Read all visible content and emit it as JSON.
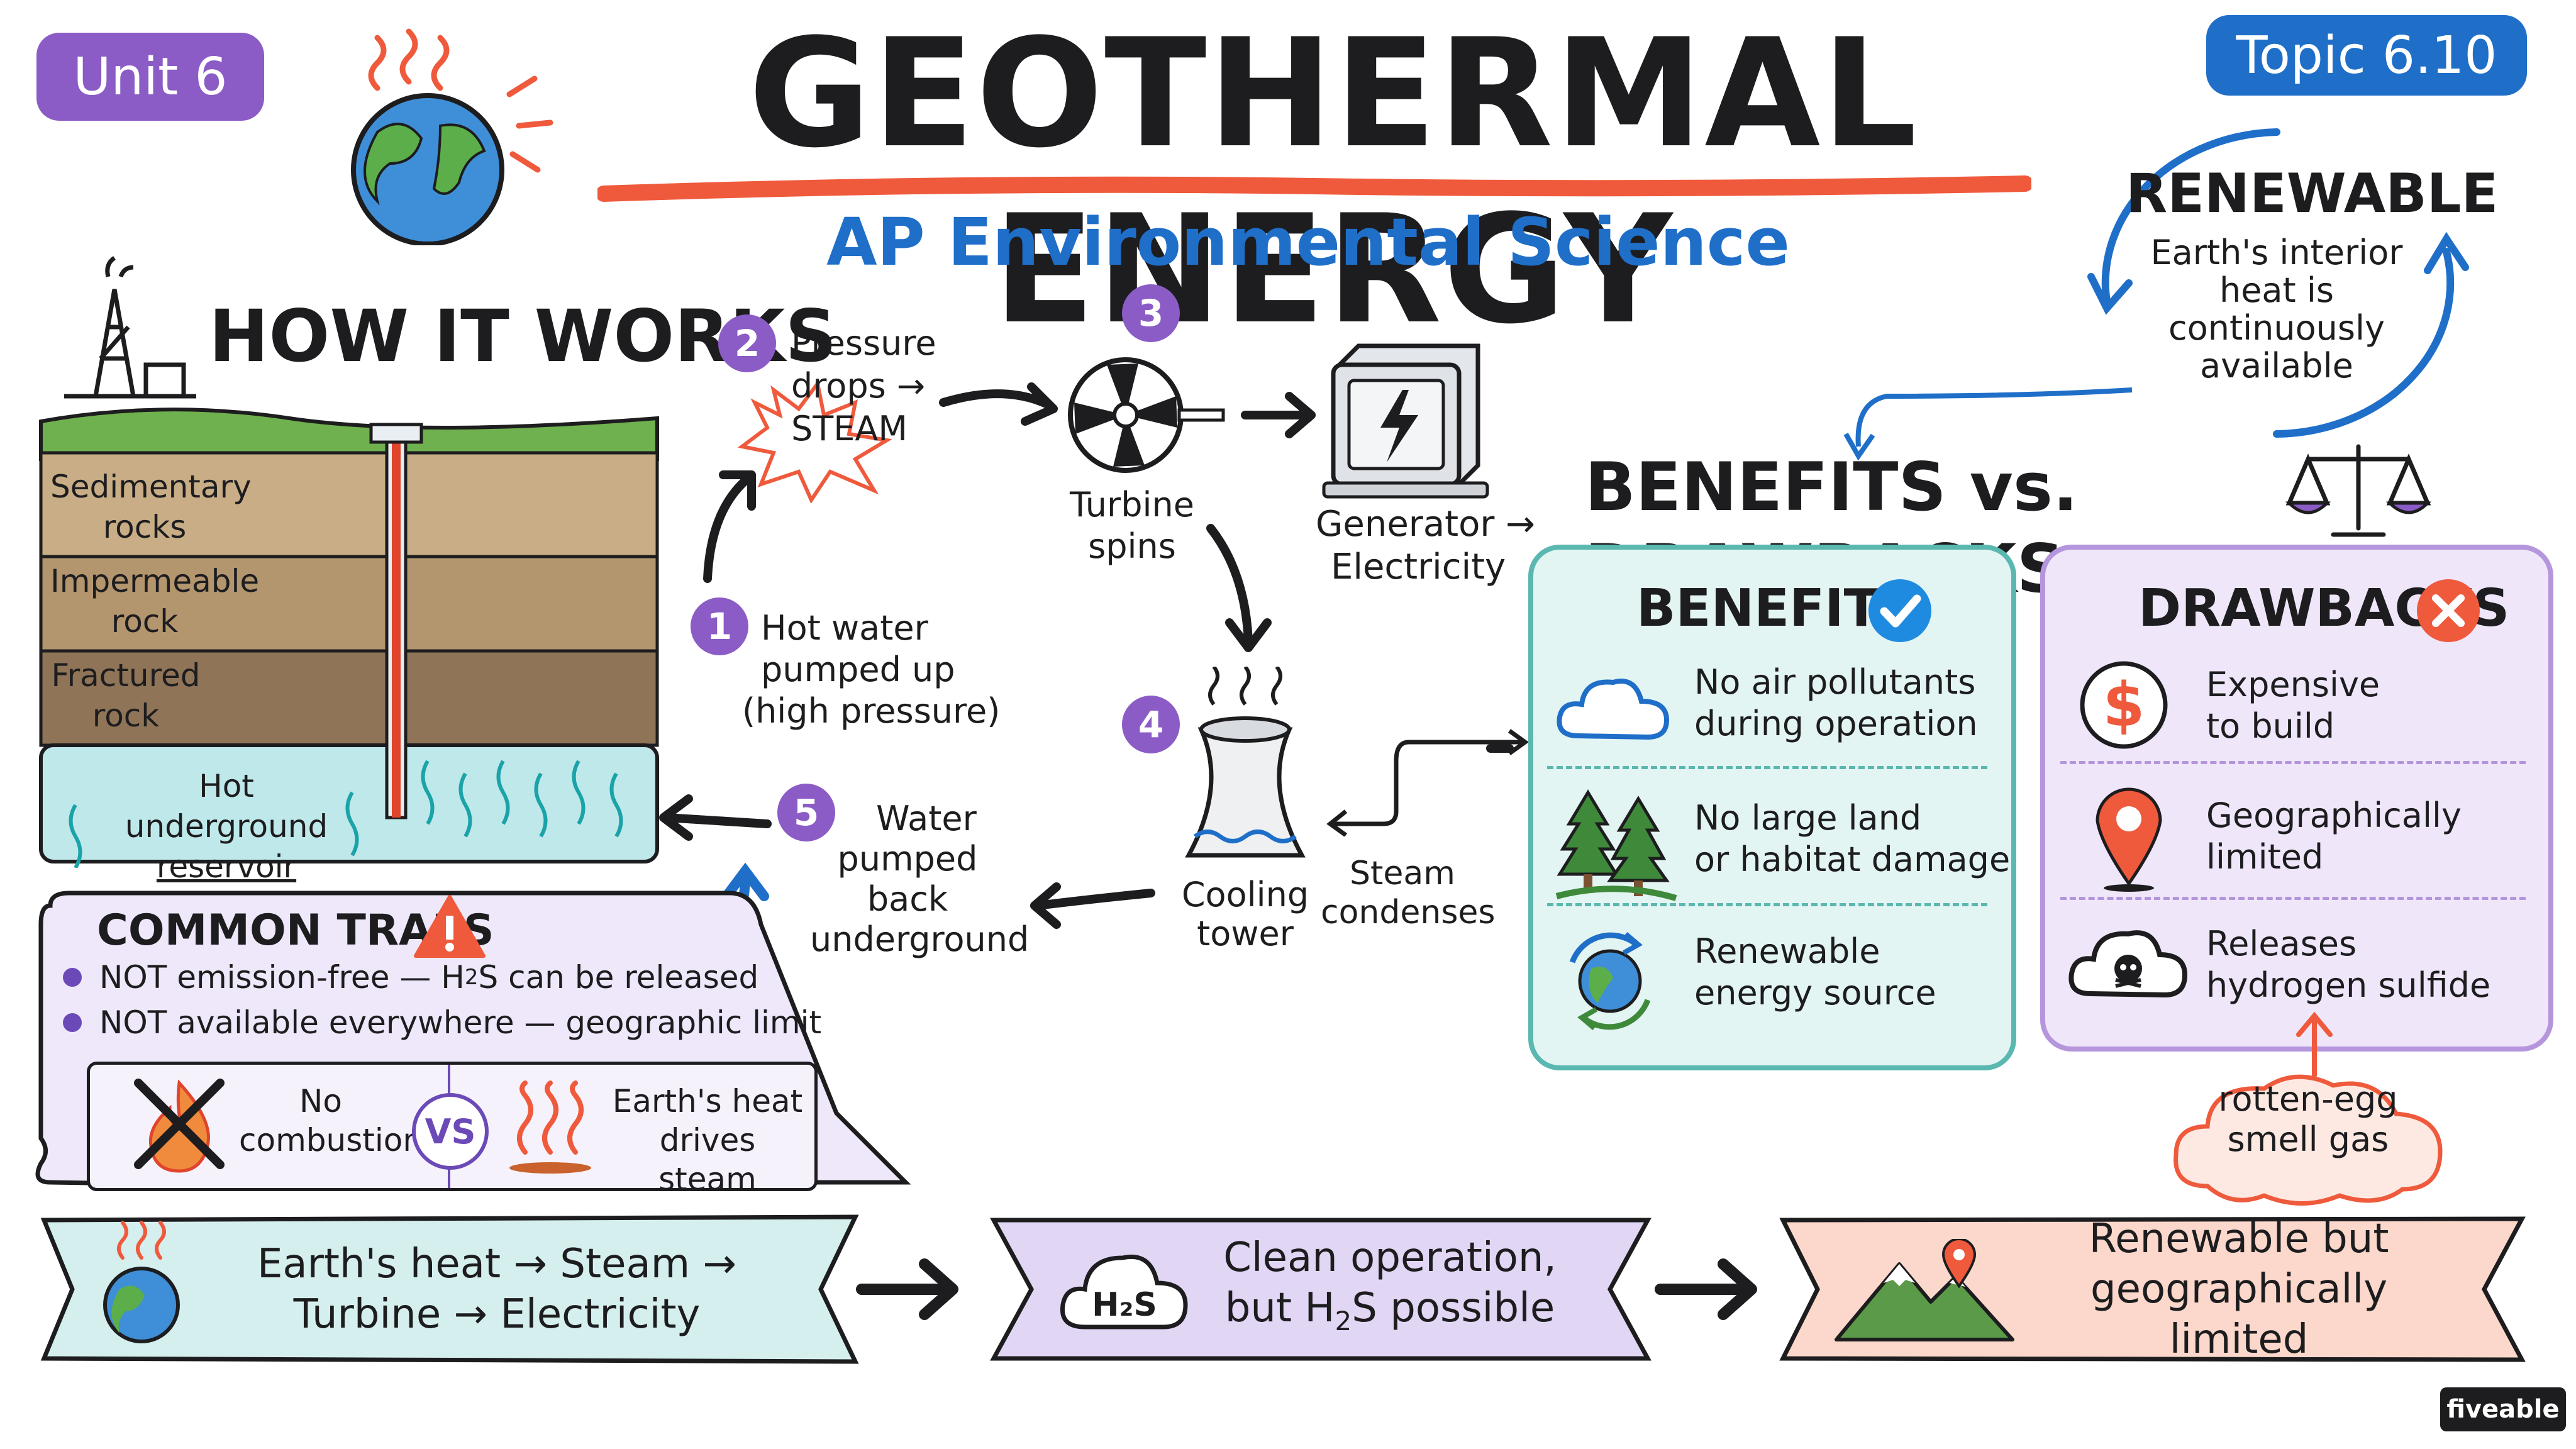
{
  "header": {
    "unit_badge": "Unit 6",
    "topic_badge": "Topic 6.10",
    "title": "GEOTHERMAL ENERGY",
    "subtitle": "AP Environmental Science"
  },
  "renewable": {
    "title": "RENEWABLE",
    "text": [
      "Earth's interior",
      "heat is",
      "continuously",
      "available"
    ]
  },
  "how_it_works": {
    "heading": "HOW IT WORKS",
    "layers": [
      {
        "label": [
          "Sedimentary",
          "rocks"
        ]
      },
      {
        "label": [
          "Impermeable",
          "rock"
        ]
      },
      {
        "label": [
          "Fractured",
          "rock"
        ]
      },
      {
        "label": [
          "Hot underground",
          "reservoir"
        ]
      }
    ]
  },
  "steps": [
    {
      "num": "1",
      "text": [
        "Hot water",
        "pumped up",
        "(high pressure)"
      ]
    },
    {
      "num": "2",
      "text": [
        "Pressure",
        "drops →",
        "STEAM"
      ]
    },
    {
      "num": "3",
      "text": [
        "Turbine",
        "spins"
      ]
    },
    {
      "num": "4",
      "text": [
        "Cooling",
        "tower"
      ]
    },
    {
      "num": "5",
      "text": [
        "Water",
        "pumped back",
        "underground"
      ]
    }
  ],
  "generator_label": [
    "Generator →",
    "Electricity"
  ],
  "steam_condenses": [
    "Steam",
    "condenses"
  ],
  "traps": {
    "title": "COMMON TRAPS",
    "items": [
      {
        "pre": "NOT emission-free — H",
        "sub": "2",
        "post": "S can be released"
      },
      {
        "pre": "NOT available everywhere — geographic limit",
        "sub": "",
        "post": ""
      }
    ],
    "compare_left": [
      "No",
      "combustion"
    ],
    "vs": "VS",
    "compare_right": [
      "Earth's heat",
      "drives steam"
    ]
  },
  "comparison": {
    "heading": "BENEFITS vs. DRAWBACKS",
    "benefits": {
      "title": "BENEFITS",
      "items": [
        {
          "icon": "cloud-icon",
          "text": [
            "No air pollutants",
            "during operation"
          ]
        },
        {
          "icon": "trees-icon",
          "text": [
            "No large land",
            "or habitat damage"
          ]
        },
        {
          "icon": "globe-recycle-icon",
          "text": [
            "Renewable",
            "energy source"
          ]
        }
      ]
    },
    "drawbacks": {
      "title": "DRAWBACKS",
      "items": [
        {
          "icon": "dollar-icon",
          "text": [
            "Expensive",
            "to build"
          ]
        },
        {
          "icon": "location-pin-icon",
          "text": [
            "Geographically",
            "limited"
          ]
        },
        {
          "icon": "toxic-cloud-icon",
          "text": [
            "Releases",
            "hydrogen sulfide"
          ]
        }
      ]
    },
    "callout": [
      "rotten-egg",
      "smell gas"
    ]
  },
  "summary": [
    {
      "line1": "Earth's heat → Steam →",
      "line2": "Turbine → Electricity"
    },
    {
      "line1": "Clean operation,",
      "line2_pre": "but H",
      "line2_sub": "2",
      "line2_post": "S possible"
    },
    {
      "line1": "Renewable but",
      "line2": "geographically limited"
    }
  ],
  "brand": "fiveable",
  "colors": {
    "purple": "#8b5cc6",
    "blue": "#1f6fc9",
    "red_underline": "#ef5a3c",
    "benefits_bg": "#e3f5f3",
    "benefits_border": "#5ab8b0",
    "drawbacks_bg": "#efe6fa",
    "drawbacks_border": "#b596dc",
    "band1": "#d5efee",
    "band2": "#e2d6f5",
    "band3": "#fbd8cb"
  }
}
